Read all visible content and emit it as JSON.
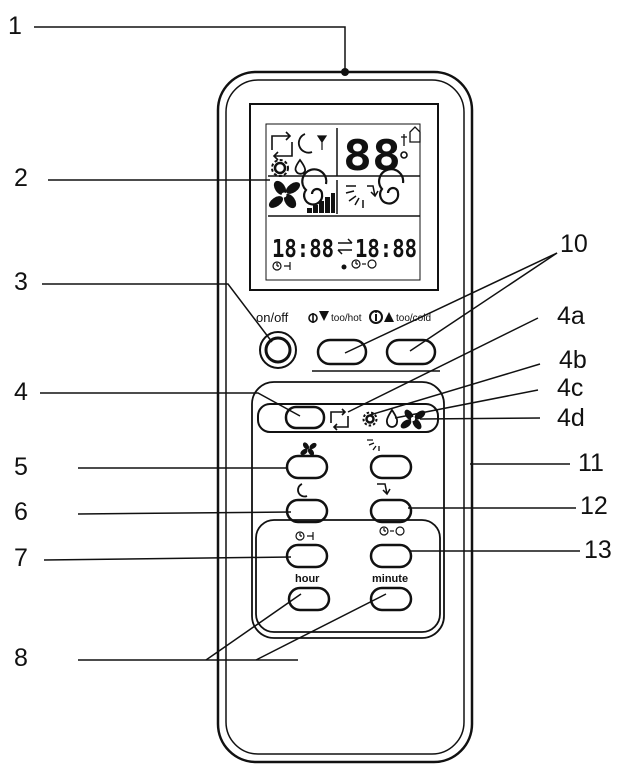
{
  "callouts": [
    {
      "id": "c1",
      "text": "1"
    },
    {
      "id": "c2",
      "text": "2"
    },
    {
      "id": "c3",
      "text": "3"
    },
    {
      "id": "c4",
      "text": "4"
    },
    {
      "id": "c4a",
      "text": "4a"
    },
    {
      "id": "c4b",
      "text": "4b"
    },
    {
      "id": "c4c",
      "text": "4c"
    },
    {
      "id": "c4d",
      "text": "4d"
    },
    {
      "id": "c5",
      "text": "5"
    },
    {
      "id": "c6",
      "text": "6"
    },
    {
      "id": "c7",
      "text": "7"
    },
    {
      "id": "c8",
      "text": "8"
    },
    {
      "id": "c10",
      "text": "10"
    },
    {
      "id": "c11",
      "text": "11"
    },
    {
      "id": "c12",
      "text": "12"
    },
    {
      "id": "c13",
      "text": "13"
    }
  ],
  "remote": {
    "onoff_label": "on/off",
    "too_hot_label": "too/hot",
    "too_cold_label": "too/cold",
    "hour_label": "hour",
    "minute_label": "minute"
  },
  "display": {
    "temp_digits": "88",
    "timer_left": "18:88",
    "timer_right": "18:88"
  }
}
